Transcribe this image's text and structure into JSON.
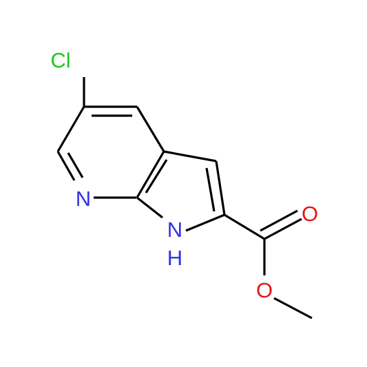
{
  "molecule": {
    "atom_labels": {
      "chlorine": "Cl",
      "pyridine_nitrogen": "N",
      "pyrrole_nitrogen": "N",
      "pyrrole_hydrogen": "H",
      "carbonyl_oxygen": "O",
      "ester_oxygen": "O"
    },
    "colors": {
      "bond": "#000000",
      "chlorine": "#1ec81e",
      "nitrogen": "#3232e6",
      "oxygen": "#e61414"
    }
  }
}
